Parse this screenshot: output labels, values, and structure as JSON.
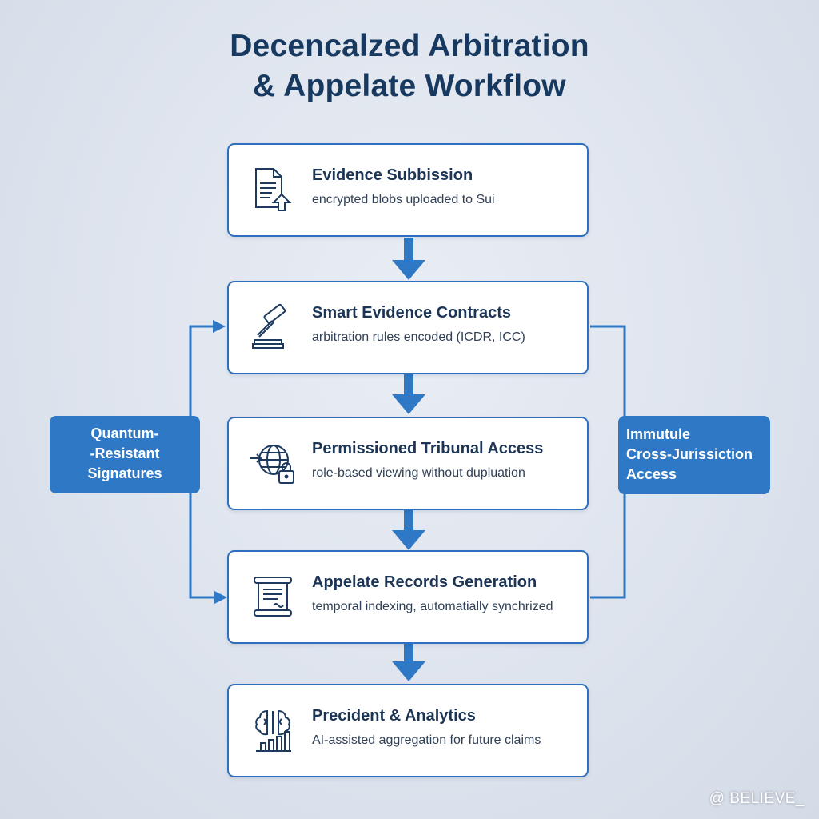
{
  "title": {
    "line1": "Decencalzed Arbitration",
    "line2": "& Appelate Workflow"
  },
  "steps": [
    {
      "title": "Evidence Subbission",
      "desc": "encrypted blobs uploaded to Sui",
      "icon": "document-upload-icon"
    },
    {
      "title": "Smart Evidence Contracts",
      "desc": "arbitration rules encoded (ICDR, ICC)",
      "icon": "gavel-icon"
    },
    {
      "title": "Permissioned Tribunal Access",
      "desc": "role-based viewing without dupluation",
      "icon": "globe-lock-icon"
    },
    {
      "title": "Appelate Records Generation",
      "desc": "temporal indexing, automatially synchrized",
      "icon": "scroll-icon"
    },
    {
      "title": "Precident & Analytics",
      "desc": "AI-assisted aggregation for future claims",
      "icon": "brain-chart-icon"
    }
  ],
  "side_left": {
    "lines": [
      "Quantum-",
      "-Resistant",
      "Signatures"
    ]
  },
  "side_right": {
    "lines": [
      "Immutule",
      "Cross-Jurissiction",
      "Access"
    ]
  },
  "watermark": "@ BELIEVE_",
  "colors": {
    "title": "#17395f",
    "accent": "#2e78c6",
    "border": "#2f6fbf",
    "background": "#dde3ed"
  }
}
